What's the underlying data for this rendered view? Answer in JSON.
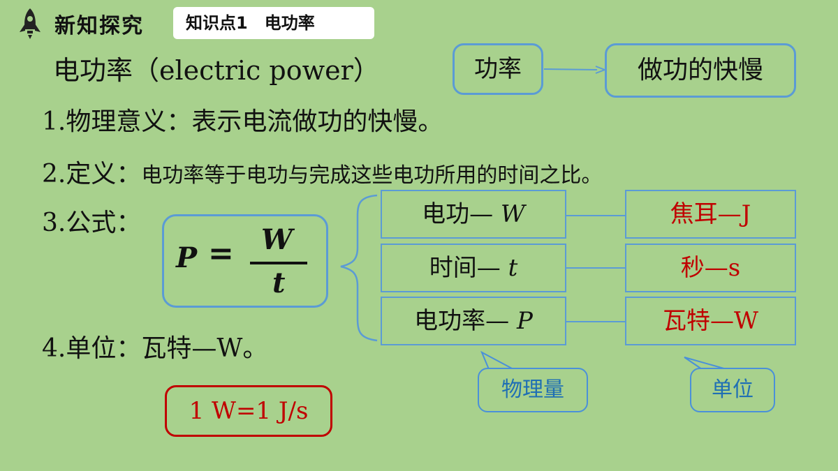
{
  "header": {
    "section_title": "新知探究",
    "knowledge_tag": "知识点1　电功率"
  },
  "title": "电功率（electric  power）",
  "concept_map": {
    "key": "功率",
    "value": "做功的快慢"
  },
  "points": {
    "p1_label": "1.物理意义：",
    "p1_text": "表示电流做功的快慢。",
    "p2_label": "2.定义：",
    "p2_text": "电功率等于电功与完成这些电功所用的时间之比。",
    "p3_label": "3.公式：",
    "p4_label": "4.单位：",
    "p4_text": "瓦特—W。"
  },
  "formula": {
    "lhs": "P",
    "eq": "=",
    "numerator": "W",
    "denominator": "t"
  },
  "quantities": [
    {
      "name": "电功— ",
      "symbol": "W",
      "unit": "焦耳—J"
    },
    {
      "name": "时间— ",
      "symbol": "t",
      "unit": "秒—s"
    },
    {
      "name": "电功率— ",
      "symbol": "P",
      "unit": "瓦特—W"
    }
  ],
  "unit_relation": "1 W=1 J/s",
  "callouts": {
    "quantity": "物理量",
    "unit": "单位"
  },
  "colors": {
    "background": "#a8d18d",
    "accent_blue": "#5b9bd5",
    "unit_red": "#c00000"
  }
}
